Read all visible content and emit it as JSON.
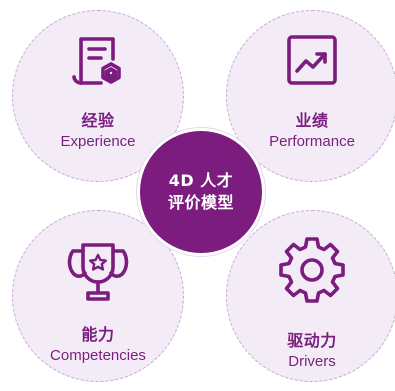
{
  "center": {
    "line1": "4D 人才",
    "line2": "评价模型"
  },
  "petals": [
    {
      "title": "经验",
      "subtitle": "Experience",
      "icon": "certificate-icon"
    },
    {
      "title": "业绩",
      "subtitle": "Performance",
      "icon": "trend-chart-icon"
    },
    {
      "title": "能力",
      "subtitle": "Competencies",
      "icon": "trophy-icon"
    },
    {
      "title": "驱动力",
      "subtitle": "Drivers",
      "icon": "gear-icon"
    }
  ],
  "colors": {
    "primary": "#7b1c7e",
    "petal_fill": "#f3ecf7",
    "petal_border": "#c7a6d6",
    "text": "#7a1f7f"
  }
}
